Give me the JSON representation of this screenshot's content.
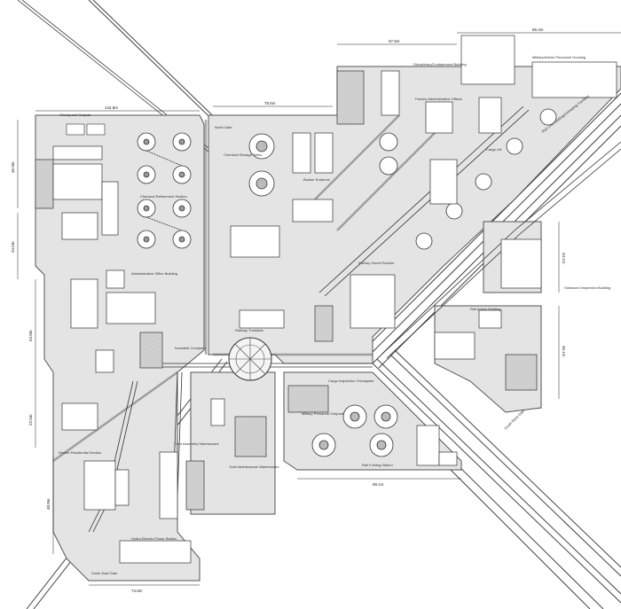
{
  "title": "",
  "labels": {
    "checkpoint_outpost": "Checkpoint Outpost",
    "chemical_refinement": "Chemical Refinement Section",
    "north_gate": "North Gate",
    "chemical_storage": "Chemical Storage Tanks",
    "bunker_entrance": "Bunker Entrance",
    "disciplinary": "Disciplinary/Containment Building",
    "military_housing": "Military/Admin Personnel Housing",
    "factory_admin": "Factory Administrative Offices",
    "cargo_lift": "Cargo Lift",
    "rail_lines": "Rail Line Loading/Unloading Facilities",
    "admin_office": "Administrative Office Building",
    "factory_zoned": "Factory Zoned Section",
    "outbound_inspection": "Outbound Inspection Building",
    "railway_turntable": "Railway Turntable",
    "industrial_courtyard": "Industrial Courtyard",
    "rail_admin": "Rail Admin Building",
    "cargo_inspection": "Cargo Inspection Checkpoint",
    "military_outpost": "Military Personnel Outpost",
    "train_assembly": "Train Assembly Warehouses",
    "train_maintenance": "Train Maintenance Warehouses",
    "worker_residential": "Worker Residential Section",
    "rail_fueling": "Rail Fueling Station",
    "south_west_gate": "South West Gate",
    "hydro_power": "Hydro-Electric Power Station",
    "south_east_gate": "South East Gate"
  },
  "dimensions": {
    "d_57": "57.5m",
    "d_85": "85.4m",
    "d_142": "142.8m",
    "d_78": "78.5m",
    "d_46": "46.9m",
    "d_34_5": "34.5m",
    "d_53": "53.8m",
    "d_34_1": "34.1m",
    "d_22": "22.5m",
    "d_45": "45.1m",
    "d_48": "48.8m",
    "d_89": "89.1m",
    "d_74": "74.8m"
  }
}
